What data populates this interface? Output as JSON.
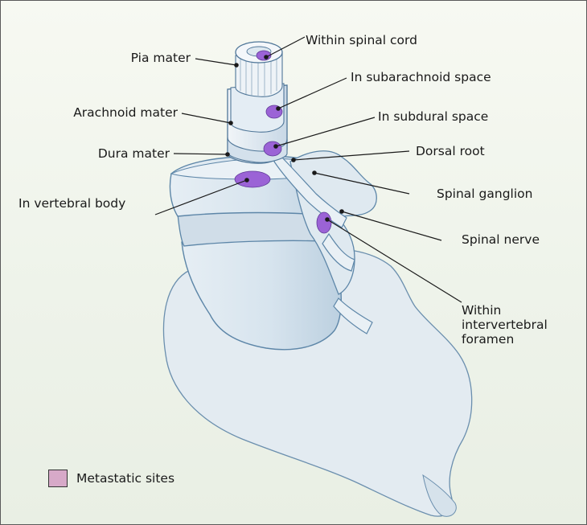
{
  "labels": {
    "pia_mater": "Pia mater",
    "within_spinal_cord": "Within spinal cord",
    "in_subarachnoid_space": "In subarachnoid space",
    "arachnoid_mater": "Arachnoid mater",
    "in_subdural_space": "In subdural space",
    "dura_mater": "Dura mater",
    "dorsal_root": "Dorsal root",
    "spinal_ganglion": "Spinal ganglion",
    "in_vertebral_body": "In vertebral body",
    "spinal_nerve": "Spinal nerve",
    "within_intervertebral_foramen": [
      "Within",
      "intervertebral",
      "foramen"
    ]
  },
  "legend": {
    "label": "Metastatic sites",
    "color": "#d7a9c8"
  },
  "colors": {
    "bone_fill": "#dde8ef",
    "bone_stroke": "#5d86a8",
    "metastasis": "#9b63d6",
    "leader": "#1a1a1a"
  }
}
